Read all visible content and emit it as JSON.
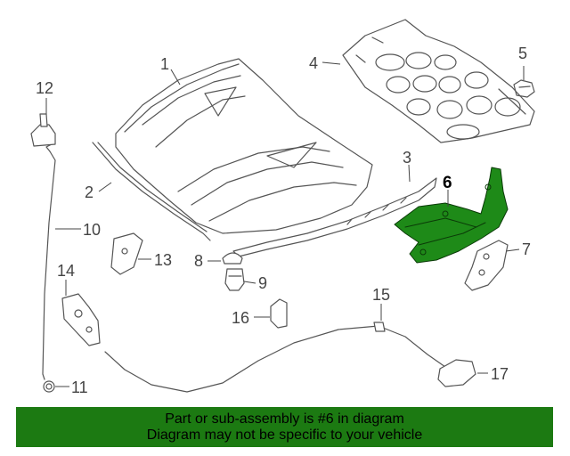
{
  "highlight": {
    "part_number": "6",
    "color": "#1e8a18"
  },
  "callouts": {
    "c1": "1",
    "c2": "2",
    "c3": "3",
    "c4": "4",
    "c5": "5",
    "c6": "6",
    "c7": "7",
    "c8": "8",
    "c9": "9",
    "c10": "10",
    "c11": "11",
    "c12": "12",
    "c13": "13",
    "c14": "14",
    "c15": "15",
    "c16": "16",
    "c17": "17"
  },
  "banner": {
    "line1": "Part or sub-assembly is #6 in diagram",
    "line2": "Diagram may not be specific to your vehicle",
    "background": "#1c7a12"
  }
}
